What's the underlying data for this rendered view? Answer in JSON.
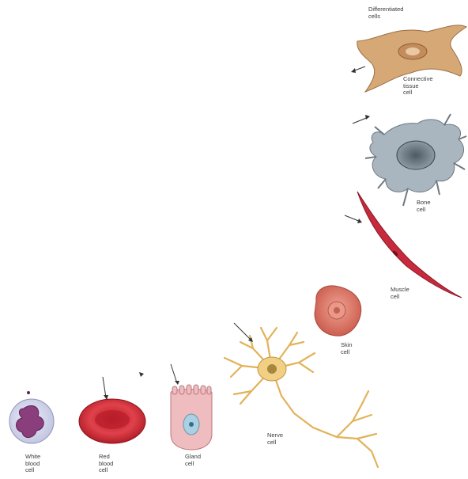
{
  "heading": {
    "text": "Differentiated\ncells"
  },
  "cells": [
    {
      "key": "connective",
      "label": "Connective\ntissue\ncell",
      "icon": "connective-tissue-cell-icon",
      "color": "#c69a6b"
    },
    {
      "key": "bone",
      "label": "Bone\ncell",
      "icon": "bone-cell-icon",
      "color": "#8c9aa4"
    },
    {
      "key": "muscle",
      "label": "Muscle\ncell",
      "icon": "muscle-cell-icon",
      "color": "#c0283a"
    },
    {
      "key": "skin",
      "label": "Skin\ncell",
      "icon": "skin-cell-icon",
      "color": "#d97a6a"
    },
    {
      "key": "nerve",
      "label": "Nerve\ncell",
      "icon": "nerve-cell-icon",
      "color": "#e6b85a"
    },
    {
      "key": "gland",
      "label": "Gland\ncell",
      "icon": "gland-cell-icon",
      "color": "#e7b0b4"
    },
    {
      "key": "red_blood",
      "label": "Red\nblood\ncell",
      "icon": "red-blood-cell-icon",
      "color": "#cf2b35"
    },
    {
      "key": "white_blood",
      "label": "White\nblood\ncell",
      "icon": "white-blood-cell-icon",
      "color": "#d9dbef"
    }
  ]
}
